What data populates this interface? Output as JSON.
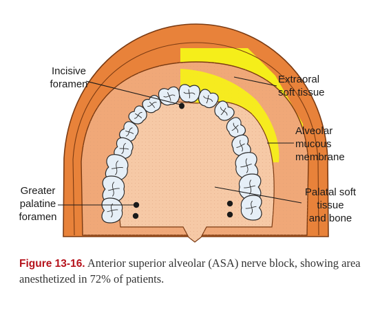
{
  "labels": {
    "incisive_foramen": [
      "Incisive",
      "foramen"
    ],
    "extraoral_soft_tissue": [
      "Extraoral",
      "soft tissue"
    ],
    "alveolar_mucous_membrane": [
      "Alveolar",
      "mucous",
      "membrane"
    ],
    "greater_palatine_foramen": [
      "Greater",
      "palatine",
      "foramen"
    ],
    "palatal_soft_tissue_bone": [
      "Palatal soft",
      "tissue",
      "and bone"
    ]
  },
  "caption": {
    "figure_number": "Figure 13-16.",
    "text": " Anterior superior alveolar (ASA) nerve block, showing area anesthetized in 72% of patients."
  },
  "colors": {
    "outer_tissue": "#e8823a",
    "gum": "#f0a878",
    "palate": "#f6c9a6",
    "anesthetized_area": "#f5ee1a",
    "teeth": "#e6eff7",
    "foramen": "#1a1a1a",
    "caption_accent": "#b5121b"
  }
}
